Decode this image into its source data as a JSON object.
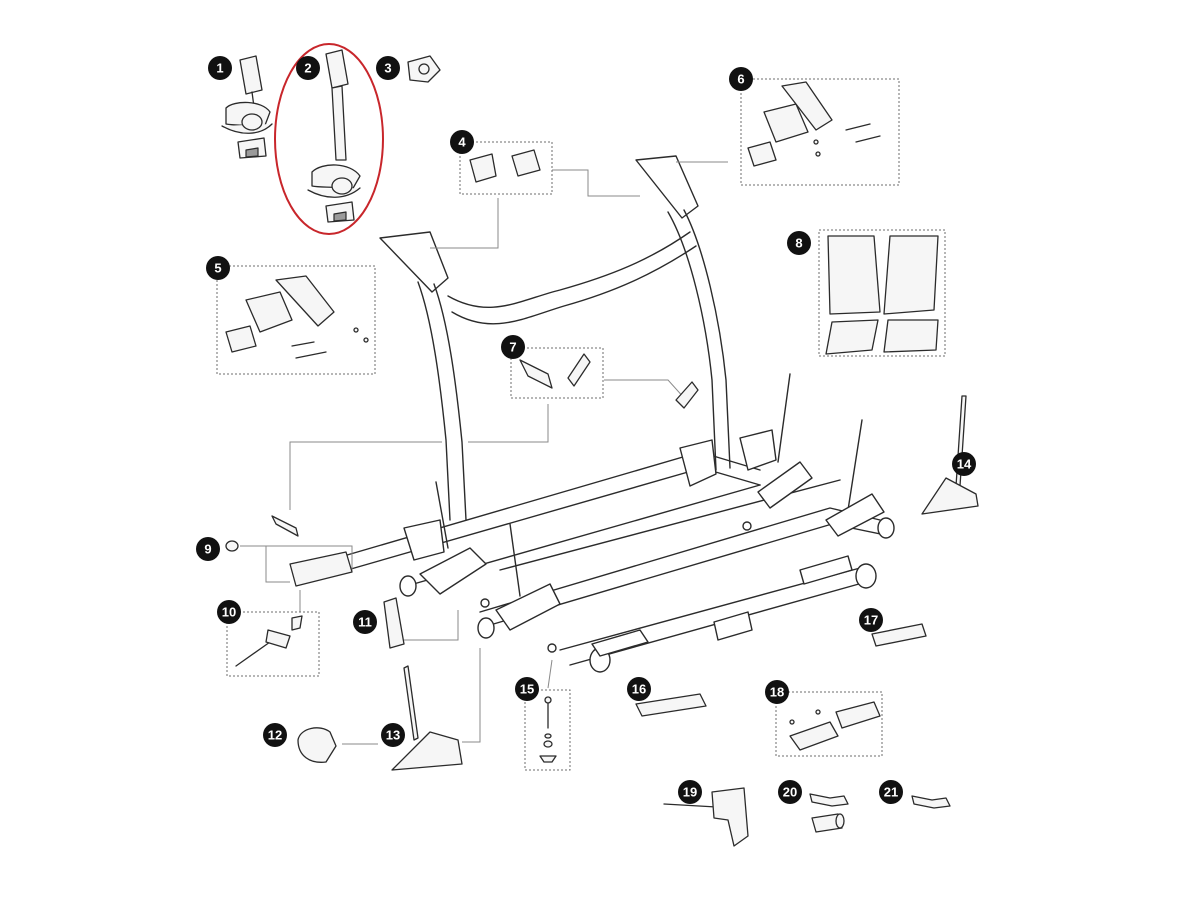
{
  "callouts": [
    {
      "id": "1",
      "label": "1"
    },
    {
      "id": "2",
      "label": "2"
    },
    {
      "id": "3",
      "label": "3"
    },
    {
      "id": "4",
      "label": "4"
    },
    {
      "id": "5",
      "label": "5"
    },
    {
      "id": "6",
      "label": "6"
    },
    {
      "id": "7",
      "label": "7"
    },
    {
      "id": "8",
      "label": "8"
    },
    {
      "id": "9",
      "label": "9"
    },
    {
      "id": "10",
      "label": "10"
    },
    {
      "id": "11",
      "label": "11"
    },
    {
      "id": "12",
      "label": "12"
    },
    {
      "id": "13",
      "label": "13"
    },
    {
      "id": "14",
      "label": "14"
    },
    {
      "id": "15",
      "label": "15"
    },
    {
      "id": "16",
      "label": "16"
    },
    {
      "id": "17",
      "label": "17"
    },
    {
      "id": "18",
      "label": "18"
    },
    {
      "id": "19",
      "label": "19"
    },
    {
      "id": "20",
      "label": "20"
    },
    {
      "id": "21",
      "label": "21"
    }
  ],
  "highlighted_part": "2",
  "colors": {
    "badge": "#111111",
    "highlight": "#c8262b",
    "line": "#2b2b2b",
    "part_fill": "#f6f6f6"
  }
}
